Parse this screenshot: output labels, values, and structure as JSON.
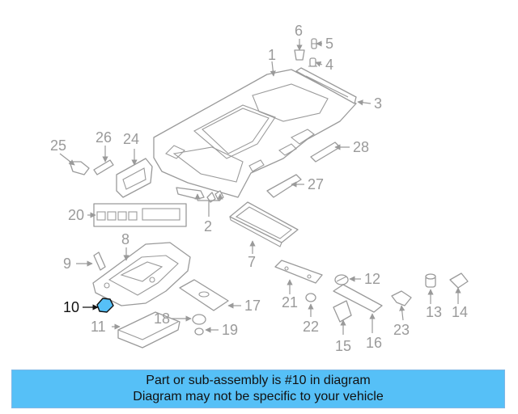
{
  "diagram": {
    "highlighted_part": "10",
    "colors": {
      "line": "#9a9a9a",
      "highlight_fill": "#56c0f7",
      "active_text": "#111111",
      "banner": "#56c0f7"
    },
    "callouts": {
      "c1": "1",
      "c2": "2",
      "c3": "3",
      "c4": "4",
      "c5": "5",
      "c6": "6",
      "c7": "7",
      "c8": "8",
      "c9": "9",
      "c10": "10",
      "c11": "11",
      "c12": "12",
      "c13": "13",
      "c14": "14",
      "c15": "15",
      "c16": "16",
      "c17": "17",
      "c18": "18",
      "c19": "19",
      "c20": "20",
      "c21": "21",
      "c22": "22",
      "c23": "23",
      "c24": "24",
      "c25": "25",
      "c26": "26",
      "c27": "27",
      "c28": "28"
    }
  },
  "banner": {
    "line1": "Part or sub-assembly is #10 in diagram",
    "line2": "Diagram may not be specific to your vehicle"
  }
}
